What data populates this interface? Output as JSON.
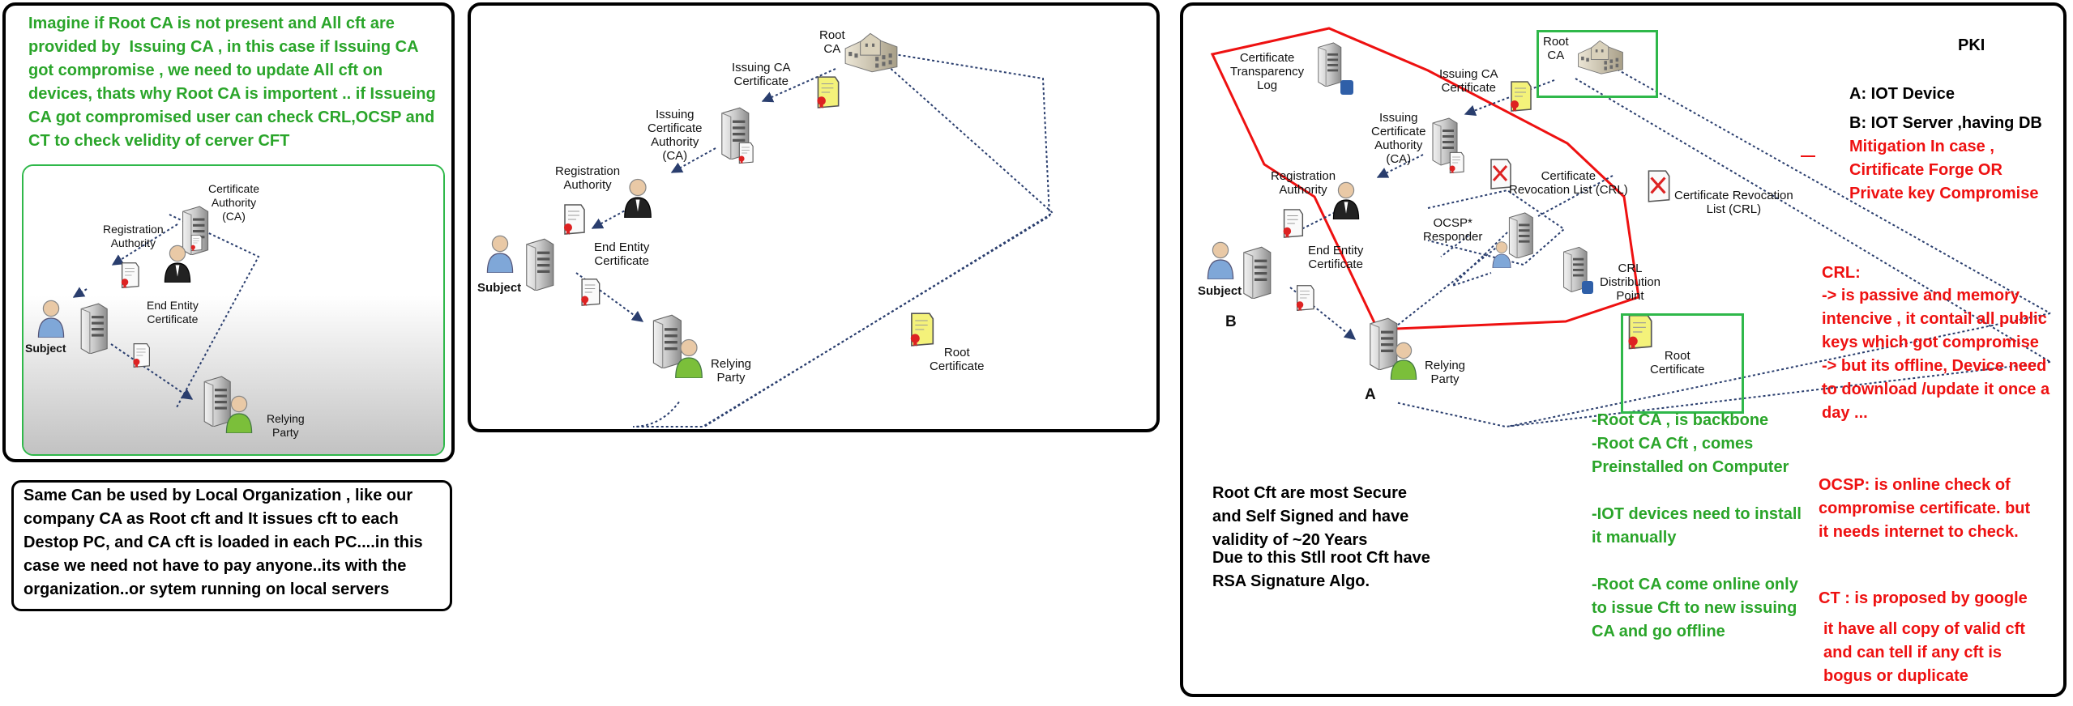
{
  "panel1": {
    "intro": "Imagine if Root CA is not present and All cft are provided by  Issuing CA , in this case if Issuing CA got compromise , we need to update All cft on devices, thats why Root CA is importent .. if Issueing CA got compromised user can check CRL,OCSP and  CT to check velidity of cerver CFT",
    "labels": {
      "ca": "Certificate\nAuthority\n(CA)",
      "ra": "Registration\nAuthority",
      "eec": "End Entity\nCertificate",
      "subject": "Subject",
      "rp": "Relying\nParty"
    }
  },
  "note_local": "Same Can be used by Local Organization , like our company CA as Root cft and It issues cft to each Destop PC, and CA cft is loaded in each PC....in this case we need not have to pay anyone..its with the organization..or sytem running on local servers",
  "panel2": {
    "labels": {
      "root_ca": "Root\nCA",
      "issuing_cert": "Issuing CA\nCertificate",
      "issuing_ca": "Issuing\nCertificate\nAuthority\n(CA)",
      "ra": "Registration\nAuthority",
      "eec": "End Entity\nCertificate",
      "subject": "Subject",
      "rp": "Relying\nParty",
      "root_cert": "Root\nCertificate"
    }
  },
  "panel3": {
    "title": "PKI",
    "labels": {
      "ctl": "Certificate\nTransparency\nLog",
      "root_ca": "Root\nCA",
      "issuing_cert": "Issuing CA\nCertificate",
      "issuing_ca": "Issuing\nCertificate\nAuthority\n(CA)",
      "crl1": "Certificate\nRevocation List (CRL)",
      "crl2": "Certificate Revocation\nList (CRL)",
      "ra": "Registration\nAuthority",
      "ocsp": "OCSP*\nResponder",
      "eec": "End Entity\nCertificate",
      "crl_dp": "CRL\nDistribution\nPoint",
      "subject": "Subject",
      "b": "B",
      "a": "A",
      "rp": "Relying\nParty",
      "root_cert": "Root\nCertificate"
    },
    "legend_a": "A: IOT Device",
    "legend_b": "B: IOT Server ,having DB",
    "mitigation": "Mitigation In case , Cirtificate Forge OR Private key Compromise",
    "crl_title": "CRL:",
    "crl_body": "-> is passive and memory intencive , it contail all public keys which got compromise\n-> but its offline, Device need to download /update it once a day ...",
    "ocsp": "OCSP: is online check of compromise certificate. but it needs internet to check.",
    "ct": "CT : is proposed by google",
    "ct_body": "it have all copy of valid cft and can tell if any cft is bogus or duplicate",
    "root_points": "-Root CA , is backbone\n-Root CA Cft , comes Preinstalled on Computer\n\n-IOT devices need to install it manually\n\n-Root CA come online only to issue Cft to new issuing CA and go offline",
    "root_secure": "Root Cft are most Secure and Self Signed and have validity of ~20 Years",
    "root_rsa": "Due to this Stll root Cft have RSA Signature Algo."
  },
  "colors": {
    "green_text": "#2aa52a",
    "red_text": "#ee1111",
    "green_box": "#2fb84a",
    "red_outline": "#ee1111"
  }
}
